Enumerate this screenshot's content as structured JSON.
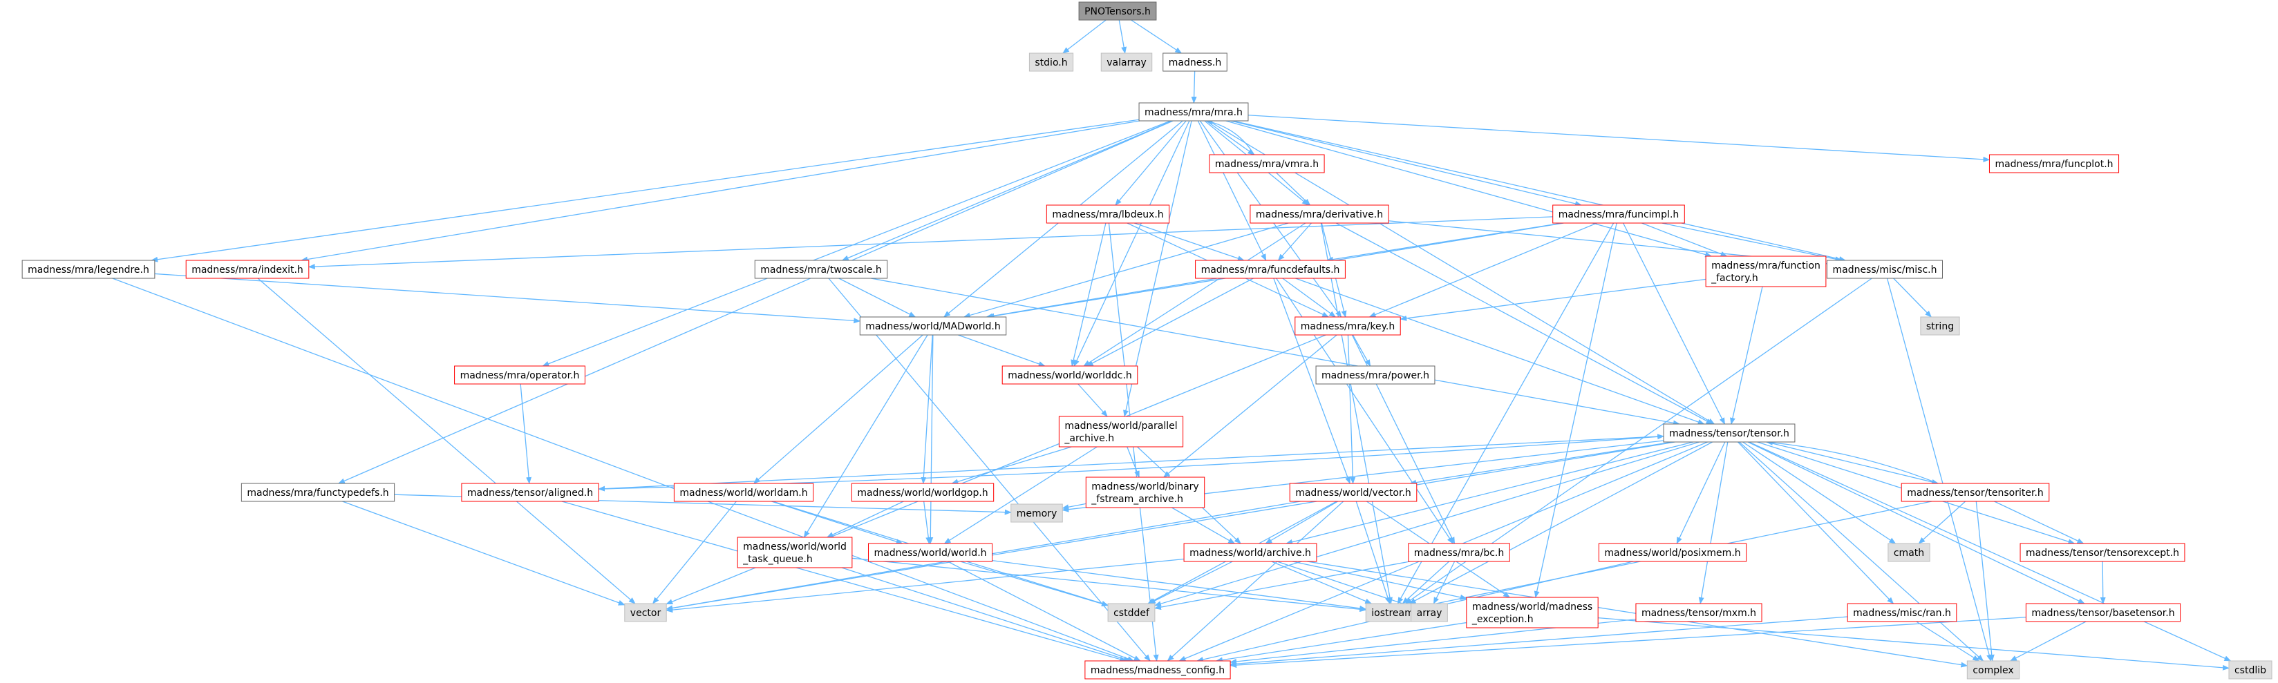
{
  "colors": {
    "edge": "#63b8ff",
    "border_red": "#ff0000",
    "border_black": "#666666",
    "border_grey": "#bfbfbf",
    "fill_grey": "#e0e0e0",
    "fill_root": "#999999",
    "fill_white": "#ffffff",
    "text": "#000000"
  },
  "nodes": [
    {
      "id": "root",
      "lines": [
        "PNOTensors.h"
      ],
      "style": "root"
    },
    {
      "id": "stdio",
      "lines": [
        "stdio.h"
      ],
      "style": "grey"
    },
    {
      "id": "valarray",
      "lines": [
        "valarray"
      ],
      "style": "grey"
    },
    {
      "id": "madness_h",
      "lines": [
        "madness.h"
      ],
      "style": "black"
    },
    {
      "id": "mra_h",
      "lines": [
        "madness/mra/mra.h"
      ],
      "style": "black"
    },
    {
      "id": "vmra",
      "lines": [
        "madness/mra/vmra.h"
      ],
      "style": "red"
    },
    {
      "id": "funcplot",
      "lines": [
        "madness/mra/funcplot.h"
      ],
      "style": "red"
    },
    {
      "id": "lbdeux",
      "lines": [
        "madness/mra/lbdeux.h"
      ],
      "style": "red"
    },
    {
      "id": "derivative",
      "lines": [
        "madness/mra/derivative.h"
      ],
      "style": "red"
    },
    {
      "id": "funcimpl",
      "lines": [
        "madness/mra/funcimpl.h"
      ],
      "style": "red"
    },
    {
      "id": "legendre",
      "lines": [
        "madness/mra/legendre.h"
      ],
      "style": "black"
    },
    {
      "id": "indexit",
      "lines": [
        "madness/mra/indexit.h"
      ],
      "style": "red"
    },
    {
      "id": "twoscale",
      "lines": [
        "madness/mra/twoscale.h"
      ],
      "style": "black"
    },
    {
      "id": "funcdefaults",
      "lines": [
        "madness/mra/funcdefaults.h"
      ],
      "style": "red"
    },
    {
      "id": "function_factory",
      "lines": [
        "madness/mra/function",
        "_factory.h"
      ],
      "style": "red"
    },
    {
      "id": "misc",
      "lines": [
        "madness/misc/misc.h"
      ],
      "style": "black"
    },
    {
      "id": "string",
      "lines": [
        "string"
      ],
      "style": "grey"
    },
    {
      "id": "madworld",
      "lines": [
        "madness/world/MADworld.h"
      ],
      "style": "black"
    },
    {
      "id": "key",
      "lines": [
        "madness/mra/key.h"
      ],
      "style": "red"
    },
    {
      "id": "operator",
      "lines": [
        "madness/mra/operator.h"
      ],
      "style": "red"
    },
    {
      "id": "worlddc",
      "lines": [
        "madness/world/worlddc.h"
      ],
      "style": "red"
    },
    {
      "id": "power",
      "lines": [
        "madness/mra/power.h"
      ],
      "style": "black"
    },
    {
      "id": "parallel_archive",
      "lines": [
        "madness/world/parallel",
        "_archive.h"
      ],
      "style": "red"
    },
    {
      "id": "tensor",
      "lines": [
        "madness/tensor/tensor.h"
      ],
      "style": "black"
    },
    {
      "id": "functypedefs",
      "lines": [
        "madness/mra/functypedefs.h"
      ],
      "style": "black"
    },
    {
      "id": "aligned",
      "lines": [
        "madness/tensor/aligned.h"
      ],
      "style": "red"
    },
    {
      "id": "worldam",
      "lines": [
        "madness/world/worldam.h"
      ],
      "style": "red"
    },
    {
      "id": "worldgop",
      "lines": [
        "madness/world/worldgop.h"
      ],
      "style": "red"
    },
    {
      "id": "binary_fstream",
      "lines": [
        "madness/world/binary",
        "_fstream_archive.h"
      ],
      "style": "red"
    },
    {
      "id": "vector",
      "lines": [
        "madness/world/vector.h"
      ],
      "style": "red"
    },
    {
      "id": "tensoriter",
      "lines": [
        "madness/tensor/tensoriter.h"
      ],
      "style": "red"
    },
    {
      "id": "memory",
      "lines": [
        "memory"
      ],
      "style": "grey"
    },
    {
      "id": "world_task_queue",
      "lines": [
        "madness/world/world",
        "_task_queue.h"
      ],
      "style": "red"
    },
    {
      "id": "world_h",
      "lines": [
        "madness/world/world.h"
      ],
      "style": "red"
    },
    {
      "id": "archive",
      "lines": [
        "madness/world/archive.h"
      ],
      "style": "red"
    },
    {
      "id": "bc",
      "lines": [
        "madness/mra/bc.h"
      ],
      "style": "red"
    },
    {
      "id": "posixmem",
      "lines": [
        "madness/world/posixmem.h"
      ],
      "style": "red"
    },
    {
      "id": "cmath",
      "lines": [
        "cmath"
      ],
      "style": "grey"
    },
    {
      "id": "tensorexcept",
      "lines": [
        "madness/tensor/tensorexcept.h"
      ],
      "style": "red"
    },
    {
      "id": "vector_std",
      "lines": [
        "vector"
      ],
      "style": "grey"
    },
    {
      "id": "cstddef",
      "lines": [
        "cstddef"
      ],
      "style": "grey"
    },
    {
      "id": "iostream",
      "lines": [
        "iostream"
      ],
      "style": "grey"
    },
    {
      "id": "array",
      "lines": [
        "array"
      ],
      "style": "grey"
    },
    {
      "id": "madness_exception",
      "lines": [
        "madness/world/madness",
        "_exception.h"
      ],
      "style": "red"
    },
    {
      "id": "mxm",
      "lines": [
        "madness/tensor/mxm.h"
      ],
      "style": "red"
    },
    {
      "id": "ran",
      "lines": [
        "madness/misc/ran.h"
      ],
      "style": "red"
    },
    {
      "id": "basetensor",
      "lines": [
        "madness/tensor/basetensor.h"
      ],
      "style": "red"
    },
    {
      "id": "madness_config",
      "lines": [
        "madness/madness_config.h"
      ],
      "style": "red"
    },
    {
      "id": "complex",
      "lines": [
        "complex"
      ],
      "style": "grey"
    },
    {
      "id": "cstdlib",
      "lines": [
        "cstdlib"
      ],
      "style": "grey"
    }
  ],
  "edges": [
    [
      "root",
      "stdio"
    ],
    [
      "root",
      "valarray"
    ],
    [
      "root",
      "madness_h"
    ],
    [
      "madness_h",
      "mra_h"
    ],
    [
      "mra_h",
      "vmra"
    ],
    [
      "mra_h",
      "funcplot"
    ],
    [
      "mra_h",
      "lbdeux"
    ],
    [
      "mra_h",
      "derivative"
    ],
    [
      "mra_h",
      "funcimpl"
    ],
    [
      "mra_h",
      "legendre"
    ],
    [
      "mra_h",
      "indexit"
    ],
    [
      "mra_h",
      "twoscale"
    ],
    [
      "mra_h",
      "funcdefaults"
    ],
    [
      "mra_h",
      "function_factory"
    ],
    [
      "mra_h",
      "misc"
    ],
    [
      "mra_h",
      "madworld"
    ],
    [
      "mra_h",
      "key"
    ],
    [
      "mra_h",
      "operator"
    ],
    [
      "mra_h",
      "worlddc"
    ],
    [
      "mra_h",
      "parallel_archive"
    ],
    [
      "mra_h",
      "tensor"
    ],
    [
      "mra_h",
      "functypedefs"
    ],
    [
      "vmra",
      "mra_h"
    ],
    [
      "vmra",
      "derivative"
    ],
    [
      "lbdeux",
      "funcdefaults"
    ],
    [
      "lbdeux",
      "key"
    ],
    [
      "lbdeux",
      "worlddc"
    ],
    [
      "lbdeux",
      "madness_config"
    ],
    [
      "derivative",
      "funcdefaults"
    ],
    [
      "derivative",
      "key"
    ],
    [
      "derivative",
      "madworld"
    ],
    [
      "derivative",
      "worlddc"
    ],
    [
      "derivative",
      "tensor"
    ],
    [
      "derivative",
      "misc"
    ],
    [
      "derivative",
      "iostream"
    ],
    [
      "funcimpl",
      "funcdefaults"
    ],
    [
      "funcimpl",
      "function_factory"
    ],
    [
      "funcimpl",
      "misc"
    ],
    [
      "funcimpl",
      "key"
    ],
    [
      "funcimpl",
      "madworld"
    ],
    [
      "funcimpl",
      "tensor"
    ],
    [
      "funcimpl",
      "indexit"
    ],
    [
      "funcimpl",
      "iostream"
    ],
    [
      "funcimpl",
      "madness_exception"
    ],
    [
      "legendre",
      "madworld"
    ],
    [
      "legendre",
      "madness_config"
    ],
    [
      "indexit",
      "vector_std"
    ],
    [
      "twoscale",
      "madworld"
    ],
    [
      "twoscale",
      "tensor"
    ],
    [
      "twoscale",
      "madness_config"
    ],
    [
      "funcdefaults",
      "key"
    ],
    [
      "funcdefaults",
      "madworld"
    ],
    [
      "funcdefaults",
      "worlddc"
    ],
    [
      "funcdefaults",
      "tensor"
    ],
    [
      "funcdefaults",
      "vector"
    ],
    [
      "funcdefaults",
      "bc"
    ],
    [
      "function_factory",
      "key"
    ],
    [
      "function_factory",
      "tensor"
    ],
    [
      "misc",
      "string"
    ],
    [
      "misc",
      "iostream"
    ],
    [
      "misc",
      "complex"
    ],
    [
      "madworld",
      "worlddc"
    ],
    [
      "madworld",
      "worldam"
    ],
    [
      "madworld",
      "worldgop"
    ],
    [
      "madworld",
      "world_h"
    ],
    [
      "madworld",
      "world_task_queue"
    ],
    [
      "key",
      "power"
    ],
    [
      "key",
      "vector"
    ],
    [
      "key",
      "binary_fstream"
    ],
    [
      "key",
      "bc"
    ],
    [
      "key",
      "vector_std"
    ],
    [
      "operator",
      "aligned"
    ],
    [
      "worlddc",
      "parallel_archive"
    ],
    [
      "parallel_archive",
      "binary_fstream"
    ],
    [
      "parallel_archive",
      "archive"
    ],
    [
      "parallel_archive",
      "worldgop"
    ],
    [
      "parallel_archive",
      "world_h"
    ],
    [
      "tensor",
      "aligned"
    ],
    [
      "tensor",
      "vector"
    ],
    [
      "tensor",
      "tensoriter"
    ],
    [
      "tensor",
      "posixmem"
    ],
    [
      "tensor",
      "cmath"
    ],
    [
      "tensor",
      "tensorexcept"
    ],
    [
      "tensor",
      "mxm"
    ],
    [
      "tensor",
      "ran"
    ],
    [
      "tensor",
      "basetensor"
    ],
    [
      "tensor",
      "madness_config"
    ],
    [
      "tensor",
      "iostream"
    ],
    [
      "tensor",
      "complex"
    ],
    [
      "tensor",
      "cstdlib"
    ],
    [
      "tensor",
      "vector_std"
    ],
    [
      "tensor",
      "cstddef"
    ],
    [
      "tensor",
      "memory"
    ],
    [
      "tensor",
      "archive"
    ],
    [
      "functypedefs",
      "vector_std"
    ],
    [
      "functypedefs",
      "memory"
    ],
    [
      "aligned",
      "tensor"
    ],
    [
      "aligned",
      "madness_config"
    ],
    [
      "worldam",
      "vector_std"
    ],
    [
      "worldam",
      "world_h"
    ],
    [
      "worldam",
      "cstddef"
    ],
    [
      "worldgop",
      "world_task_queue"
    ],
    [
      "worldgop",
      "world_h"
    ],
    [
      "binary_fstream",
      "archive"
    ],
    [
      "binary_fstream",
      "memory"
    ],
    [
      "vector",
      "archive"
    ],
    [
      "vector",
      "iostream"
    ],
    [
      "vector",
      "madness_config"
    ],
    [
      "vector",
      "vector_std"
    ],
    [
      "vector",
      "madness_exception"
    ],
    [
      "vector",
      "cstddef"
    ],
    [
      "tensoriter",
      "tensor"
    ],
    [
      "tensoriter",
      "cmath"
    ],
    [
      "tensoriter",
      "tensorexcept"
    ],
    [
      "tensoriter",
      "complex"
    ],
    [
      "tensoriter",
      "iostream"
    ],
    [
      "world_task_queue",
      "madness_config"
    ],
    [
      "world_task_queue",
      "iostream"
    ],
    [
      "world_h",
      "madness_config"
    ],
    [
      "world_h",
      "cstddef"
    ],
    [
      "world_h",
      "iostream"
    ],
    [
      "archive",
      "madness_exception"
    ],
    [
      "archive",
      "iostream"
    ],
    [
      "archive",
      "array"
    ],
    [
      "archive",
      "vector_std"
    ],
    [
      "archive",
      "cstddef"
    ],
    [
      "archive",
      "complex"
    ],
    [
      "bc",
      "iostream"
    ],
    [
      "bc",
      "array"
    ],
    [
      "bc",
      "cstddef"
    ],
    [
      "posixmem",
      "madness_config"
    ],
    [
      "tensorexcept",
      "basetensor"
    ],
    [
      "madness_exception",
      "madness_config"
    ],
    [
      "madness_exception",
      "cstdlib"
    ],
    [
      "mxm",
      "madness_config"
    ],
    [
      "ran",
      "madness_config"
    ],
    [
      "ran",
      "complex"
    ],
    [
      "basetensor",
      "madness_config"
    ],
    [
      "basetensor",
      "complex"
    ]
  ]
}
